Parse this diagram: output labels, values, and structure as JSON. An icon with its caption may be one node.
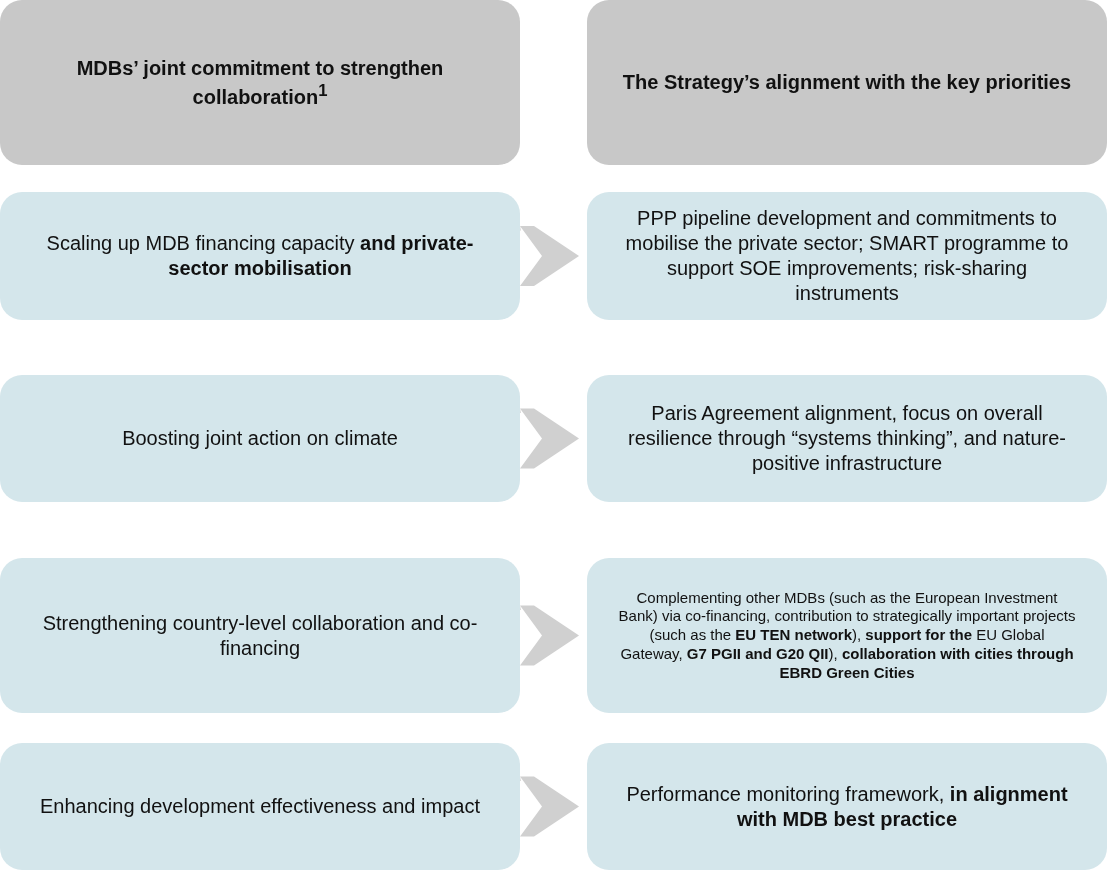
{
  "diagram": {
    "nodes": [
      {
        "text": [
          "MDBs’ joint commitment to strengthen collaboration$^{1}$"
        ]
      },
      {
        "text": [
          "The Strategy’s alignment with the key priorities"
        ]
      },
      {
        "text": [
          "Scaling up MDB financing capacity **and private-sector mobilisation**"
        ]
      },
      {
        "text": [
          "PPP pipeline development and commitments to mobilise the private sector; SMART programme to support SOE improvements; risk-sharing instruments"
        ]
      },
      {
        "text": [
          "Boosting joint action on climate"
        ]
      },
      {
        "text": [
          "Paris Agreement alignment, focus on overall resilience through “systems thinking”, and nature-positive infrastructure"
        ]
      },
      {
        "text": [
          "Strengthening country-level collaboration and co-financing"
        ]
      },
      {
        "text": [
          "Complementing other MDBs (such as the European Investment Bank) via co-financing, contribution to strategically important projects (such as the **EU TEN network**), **support for the** EU Global Gateway, **G7 PGII and G20 QII**), **collaboration with cities through EBRD Green Cities**"
        ]
      },
      {
        "text": [
          "Enhancing development effectiveness and impact"
        ]
      },
      {
        "text": [
          "Performance monitoring framework, **in alignment with MDB best practice**"
        ]
      }
    ],
    "edges": [
      {
        "from": 2,
        "to": 3,
        "arrow": "to"
      },
      {
        "from": 4,
        "to": 5,
        "arrow": "to"
      },
      {
        "from": 6,
        "to": 7,
        "arrow": "to"
      },
      {
        "from": 8,
        "to": 9,
        "arrow": "to"
      }
    ]
  }
}
